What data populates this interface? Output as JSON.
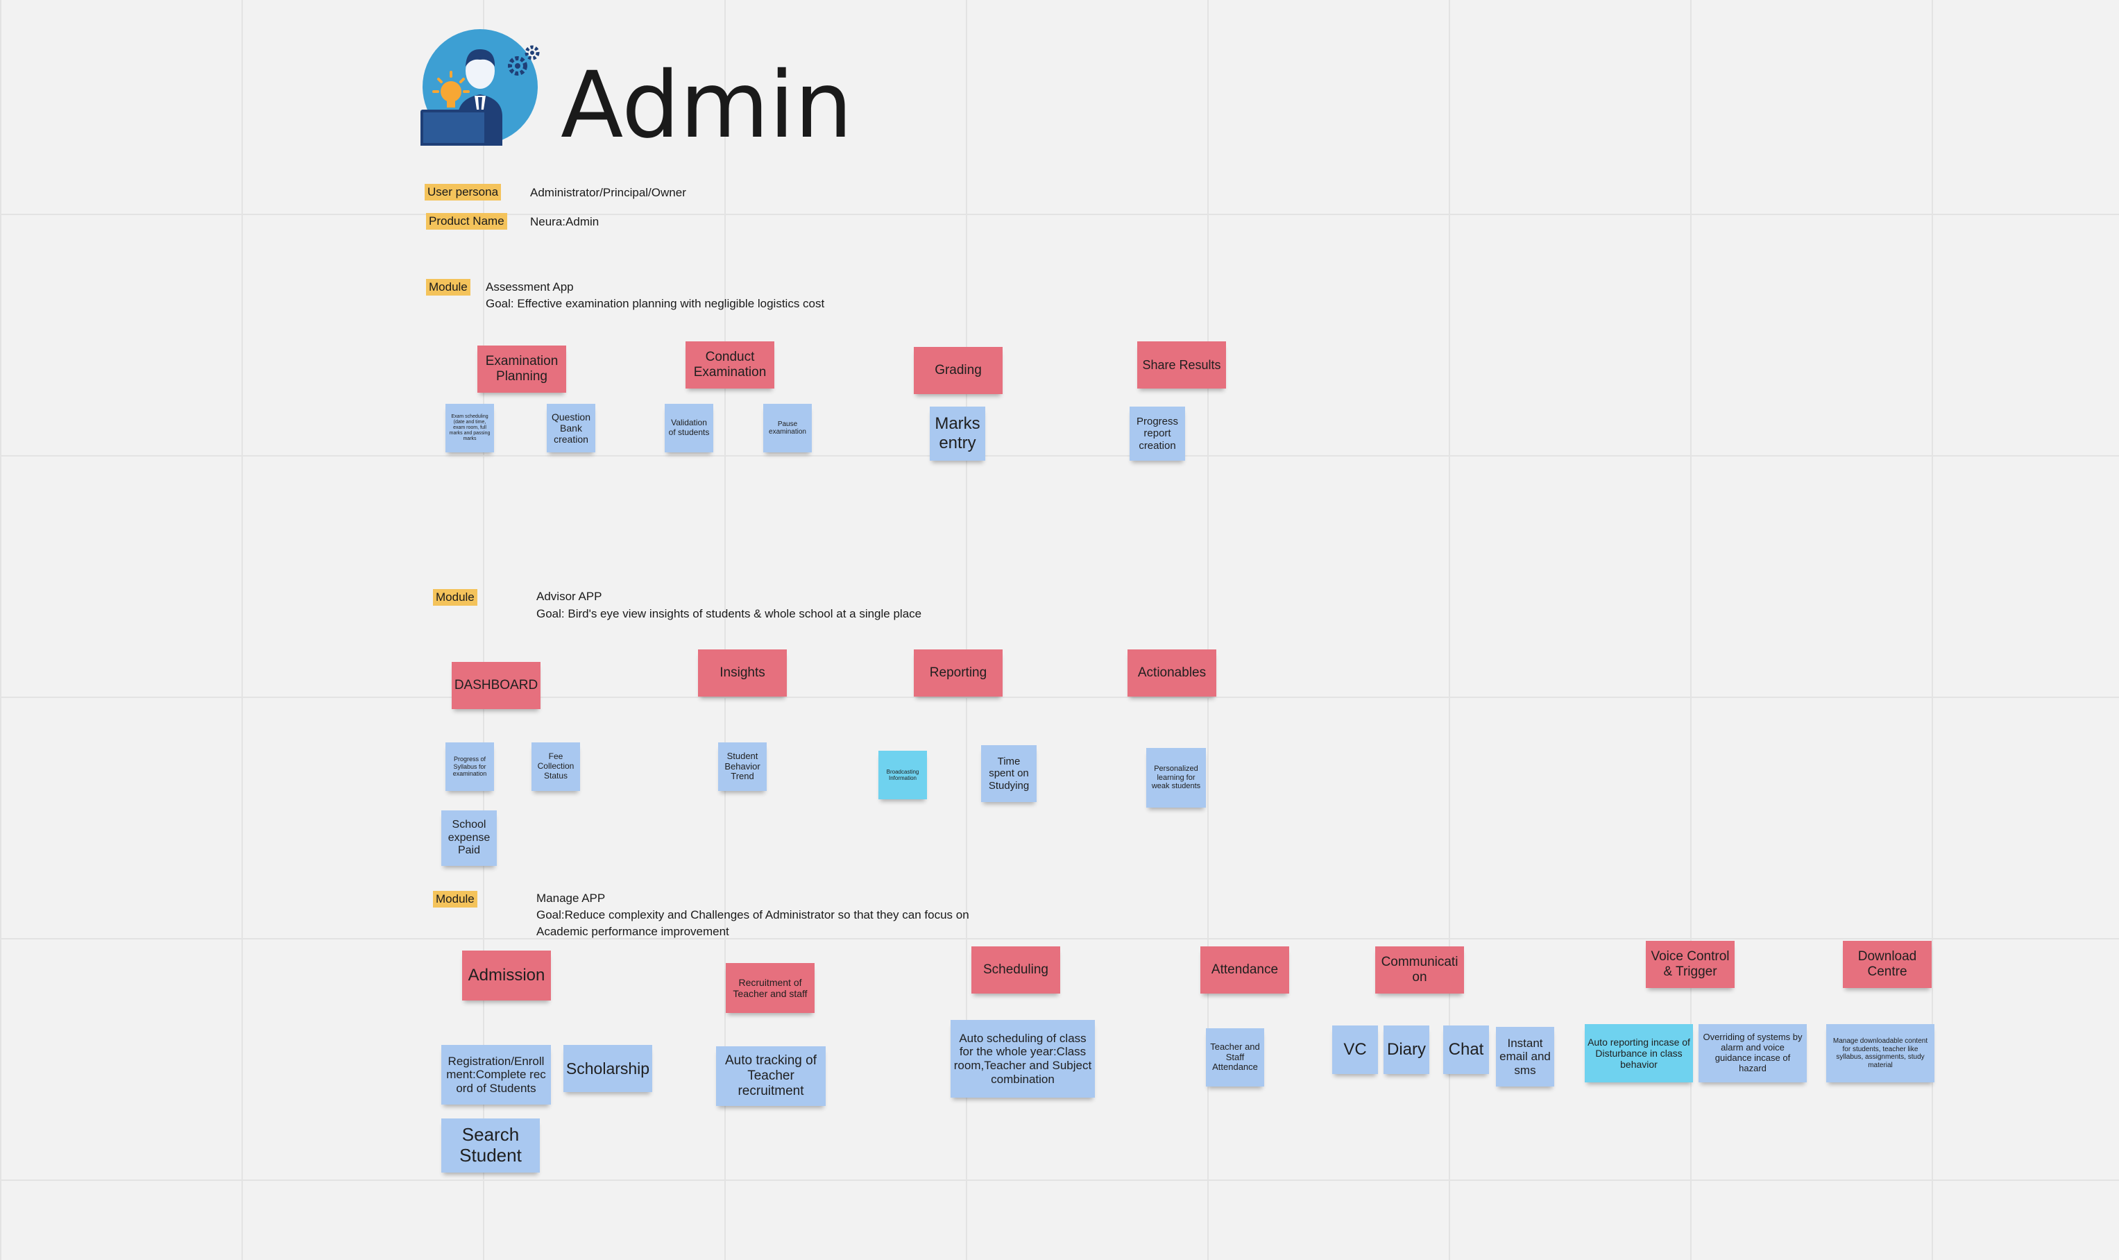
{
  "title": "Admin",
  "header": {
    "user_persona_label": "User persona",
    "user_persona_value": "Administrator/Principal/Owner",
    "product_name_label": "Product Name",
    "product_name_value": "Neura:Admin"
  },
  "modules": [
    {
      "label": "Module",
      "name": "Assessment App",
      "goal": "Goal: Effective examination planning with negligible logistics cost",
      "features": [
        "Examination Planning",
        "Conduct Examination",
        "Grading",
        "Share Results"
      ],
      "stickies": [
        "Exam scheduling (date and time, exam room, full marks and passing marks",
        "Question Bank creation",
        "Validation of students",
        "Pause examination",
        "Marks entry",
        "Progress report creation"
      ]
    },
    {
      "label": "Module",
      "name": "Advisor APP",
      "goal": "Goal: Bird's eye view insights of students & whole school at a single place",
      "features": [
        "DASHBOARD",
        "Insights",
        "Reporting",
        "Actionables"
      ],
      "stickies": [
        "Progress of Syllabus for examination",
        "Fee Collection Status",
        "School expense Paid",
        "Student Behavior Trend",
        "Broadcasting Information",
        "Time spent on Studying",
        "Personalized learning for weak students"
      ]
    },
    {
      "label": "Module",
      "name": "Manage APP",
      "goal_line1": "Goal:Reduce complexity and Challenges of Administrator so that they can focus on",
      "goal_line2": "Academic performance improvement",
      "features": [
        "Admission",
        "Recruitment of Teacher and staff",
        "Scheduling",
        "Attendance",
        "Communication",
        "Voice Control & Trigger",
        "Download Centre"
      ],
      "stickies": [
        "Registration/Enrollment:Complete record of Students",
        "Scholarship",
        "Search Student",
        "Auto tracking of Teacher recruitment",
        "Auto scheduling of class for the whole year:Class room,Teacher and Subject combination",
        "Teacher and Staff Attendance",
        "VC",
        "Diary",
        "Chat",
        "Instant email and sms",
        "Auto reporting incase of Disturbance in class behavior",
        "Overriding of systems by alarm and voice guidance incase of hazard",
        "Manage downloadable content for students, teacher like syllabus, assignments, study material"
      ]
    }
  ],
  "colors": {
    "feature_sticky": "#e6707e",
    "task_sticky": "#a9c8f0",
    "highlight_sticky": "#6fd2ef",
    "label_tag": "#f4c35b",
    "canvas": "#f2f2f2"
  },
  "icons": [
    "admin-avatar-icon"
  ]
}
